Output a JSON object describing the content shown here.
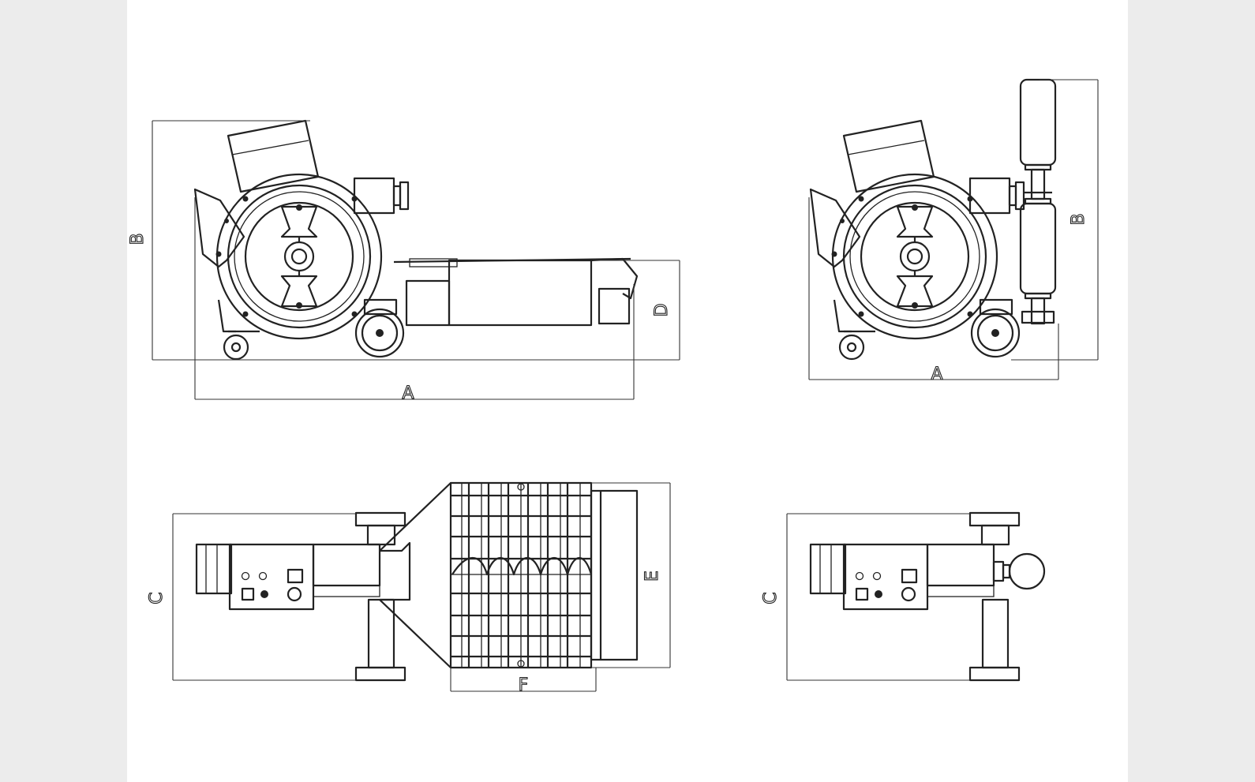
{
  "background_color": "#ececec",
  "sheet_color": "#ffffff",
  "line_color": "#222222",
  "dimension_labels": {
    "side_length": "A",
    "side_height": "B",
    "top_width": "C",
    "hopper_height": "D",
    "hopper_length": "E",
    "hopper_width": "F",
    "right_length": "A",
    "right_height": "B",
    "right_width": "C"
  }
}
